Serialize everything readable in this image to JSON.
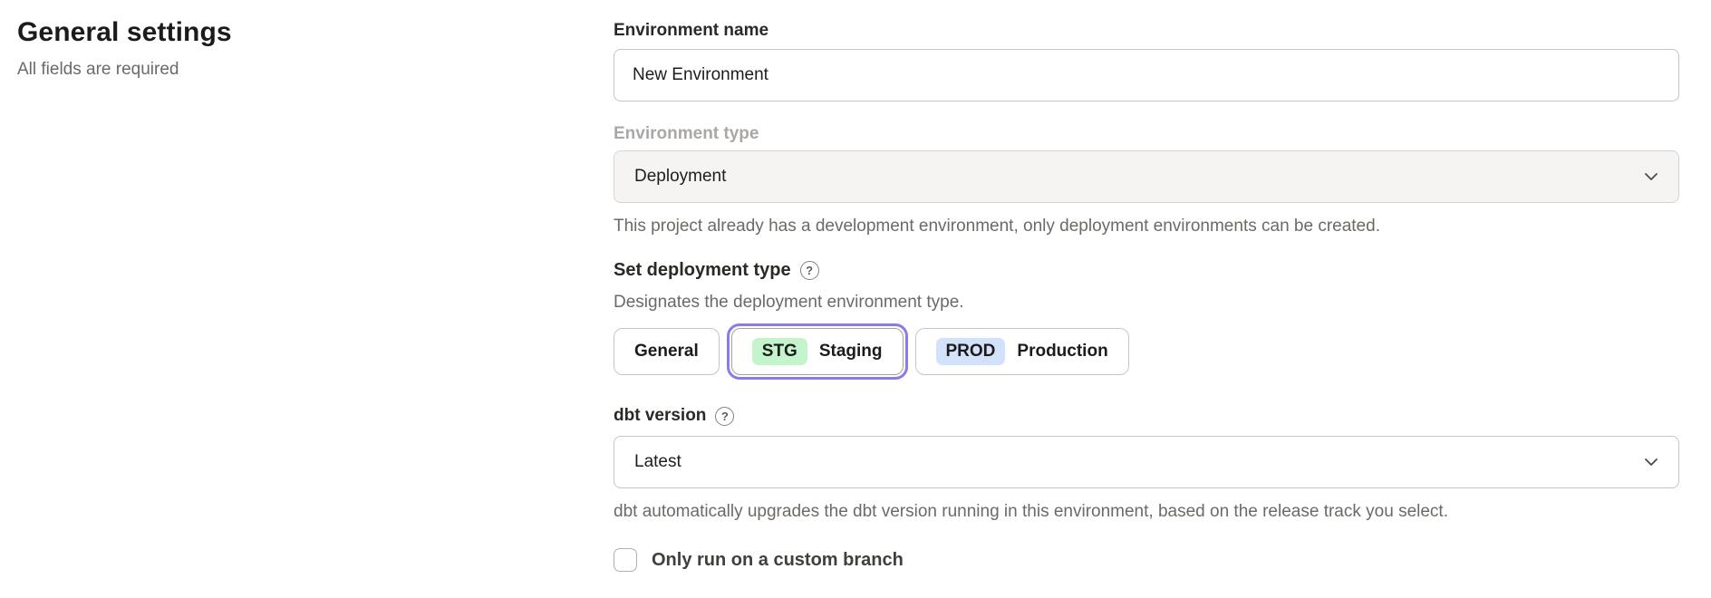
{
  "page": {
    "title": "General settings",
    "subtitle": "All fields are required"
  },
  "form": {
    "environment_name": {
      "label": "Environment name",
      "value": "New Environment"
    },
    "environment_type": {
      "label": "Environment type",
      "value": "Deployment",
      "disabled": true,
      "helper": "This project already has a development environment, only deployment environments can be created."
    },
    "deployment_type": {
      "label": "Set deployment type",
      "description": "Designates the deployment environment type.",
      "options": [
        {
          "label": "General",
          "badge": "",
          "selected": false
        },
        {
          "label": "Staging",
          "badge": "STG",
          "selected": true
        },
        {
          "label": "Production",
          "badge": "PROD",
          "selected": false
        }
      ]
    },
    "dbt_version": {
      "label": "dbt version",
      "value": "Latest",
      "helper": "dbt automatically upgrades the dbt version running in this environment, based on the release track you select."
    },
    "custom_branch": {
      "label": "Only run on a custom branch",
      "checked": false
    }
  },
  "icons": {
    "help_glyph": "?"
  },
  "colors": {
    "selected_ring": "#8b7ae9",
    "staging_badge": "#c3f4cb",
    "production_badge": "#d3e2fb",
    "disabled_field_bg": "#f5f4f3",
    "helper_text": "#6d6966"
  }
}
